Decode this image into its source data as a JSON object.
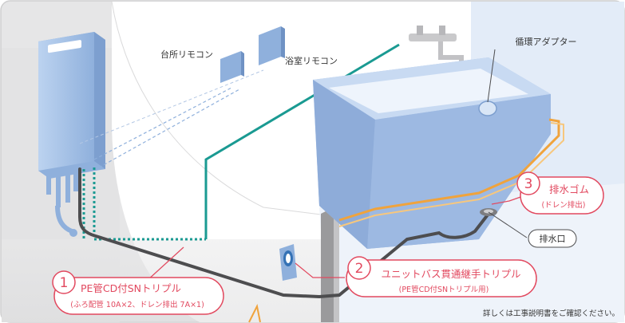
{
  "labels": {
    "kitchen_remote": "台所リモコン",
    "bath_remote": "浴室リモコン",
    "circulation_adapter": "循環アダプター",
    "drain_port": "排水口",
    "footnote": "詳しくは工事説明書をご確認ください。"
  },
  "callouts": [
    {
      "number": "1",
      "line1": "PE管CD付SNトリプル",
      "line2": "(ふろ配管 10A×2、ドレン排出 7A×1)"
    },
    {
      "number": "2",
      "line1": "ユニットバス貫通継手トリプル",
      "line2": "(PE管CD付SNトリプル用)"
    },
    {
      "number": "3",
      "line1": "排水ゴム",
      "line2": "(ドレン排出)"
    }
  ],
  "colors": {
    "accent": "#e2495f",
    "teal_pipe": "#1a9a92",
    "grey_pipe": "#4d4d4f",
    "orange_pipe": "#f0a33c",
    "appliance": "#a9c5e8"
  }
}
